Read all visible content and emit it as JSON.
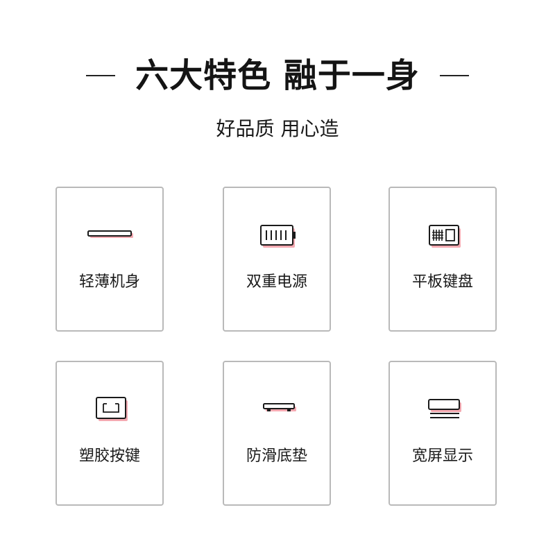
{
  "header": {
    "title": "六大特色 融于一身",
    "subtitle": "好品质 用心造"
  },
  "features": [
    {
      "label": "轻薄机身",
      "icon": "thin-body-icon"
    },
    {
      "label": "双重电源",
      "icon": "battery-icon"
    },
    {
      "label": "平板键盘",
      "icon": "keyboard-icon"
    },
    {
      "label": "塑胶按键",
      "icon": "key-icon"
    },
    {
      "label": "防滑底垫",
      "icon": "non-slip-pad-icon"
    },
    {
      "label": "宽屏显示",
      "icon": "wide-screen-icon"
    }
  ],
  "colors": {
    "accent_shadow": "#f4a9b1",
    "stroke": "#1a1a1a",
    "card_border": "#b9b9b9"
  }
}
